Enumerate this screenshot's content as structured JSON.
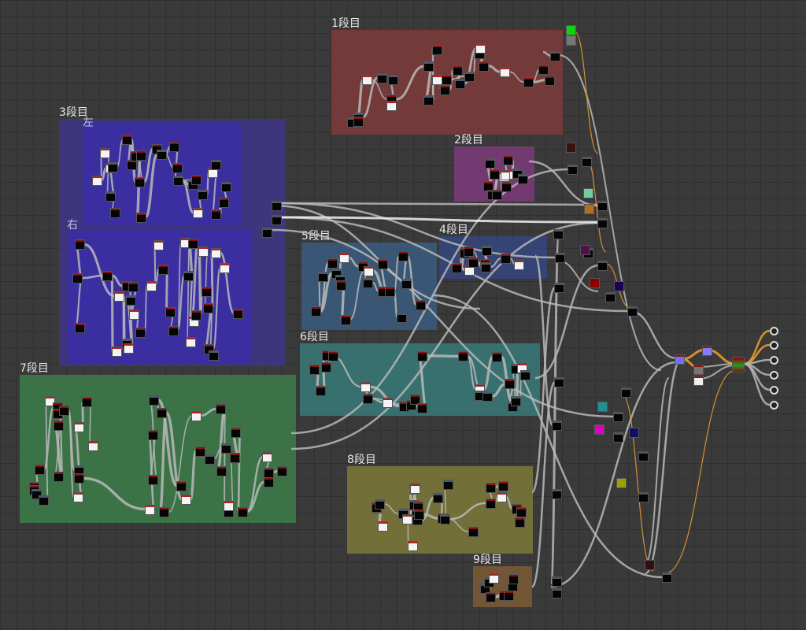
{
  "graph": {
    "frames": [
      {
        "id": "f1",
        "title": "1段目",
        "color": "#7c3a3a"
      },
      {
        "id": "f2",
        "title": "2段目",
        "color": "#7a3a78"
      },
      {
        "id": "f3",
        "title": "3段目",
        "color": "#3f3585"
      },
      {
        "id": "f3l",
        "title": "左",
        "color": "#3a2da6"
      },
      {
        "id": "f3r",
        "title": "右",
        "color": "#3a2da6"
      },
      {
        "id": "f4",
        "title": "4段目",
        "color": "#34467c"
      },
      {
        "id": "f5",
        "title": "5段目",
        "color": "#395a7c"
      },
      {
        "id": "f6",
        "title": "6段目",
        "color": "#387878"
      },
      {
        "id": "f7",
        "title": "7段目",
        "color": "#3b7a48"
      },
      {
        "id": "f8",
        "title": "8段目",
        "color": "#7a7838"
      },
      {
        "id": "f9",
        "title": "9段目",
        "color": "#7a5a36"
      }
    ],
    "wire_color": "#b8b8b8",
    "highlight_wire_color": "#f0a030"
  }
}
